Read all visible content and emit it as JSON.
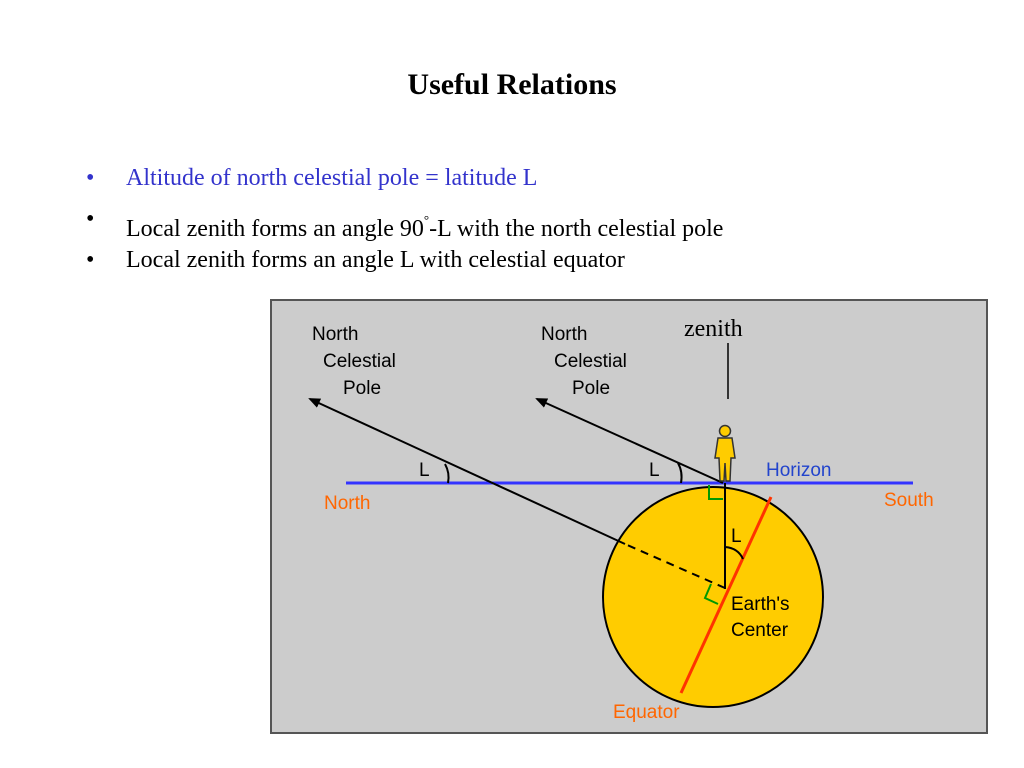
{
  "title": "Useful Relations",
  "bullets": {
    "marker": "•",
    "b1": "Altitude of north celestial pole = latitude L",
    "b2_pre": "Local zenith forms an angle 90",
    "b2_sup": "°",
    "b2_post": "-L with the north celestial pole",
    "b3": "Local zenith forms an angle L with celestial equator"
  },
  "diagram": {
    "zenith": "zenith",
    "ncp1": [
      "North",
      "Celestial",
      "Pole"
    ],
    "ncp2": [
      "North",
      "Celestial",
      "Pole"
    ],
    "angle_label": "L",
    "horizon": "Horizon",
    "north": "North",
    "south": "South",
    "earth_center": [
      "Earth's",
      "Center"
    ],
    "equator": "Equator",
    "colors": {
      "panel": "#cccccc",
      "horizon_line": "#3333ff",
      "horizon_text": "#2244cc",
      "direction_text": "#ff6600",
      "earth_fill": "#ffcc00",
      "equator_line": "#ff3300",
      "right_angle": "#009900",
      "ink": "#000000"
    }
  }
}
